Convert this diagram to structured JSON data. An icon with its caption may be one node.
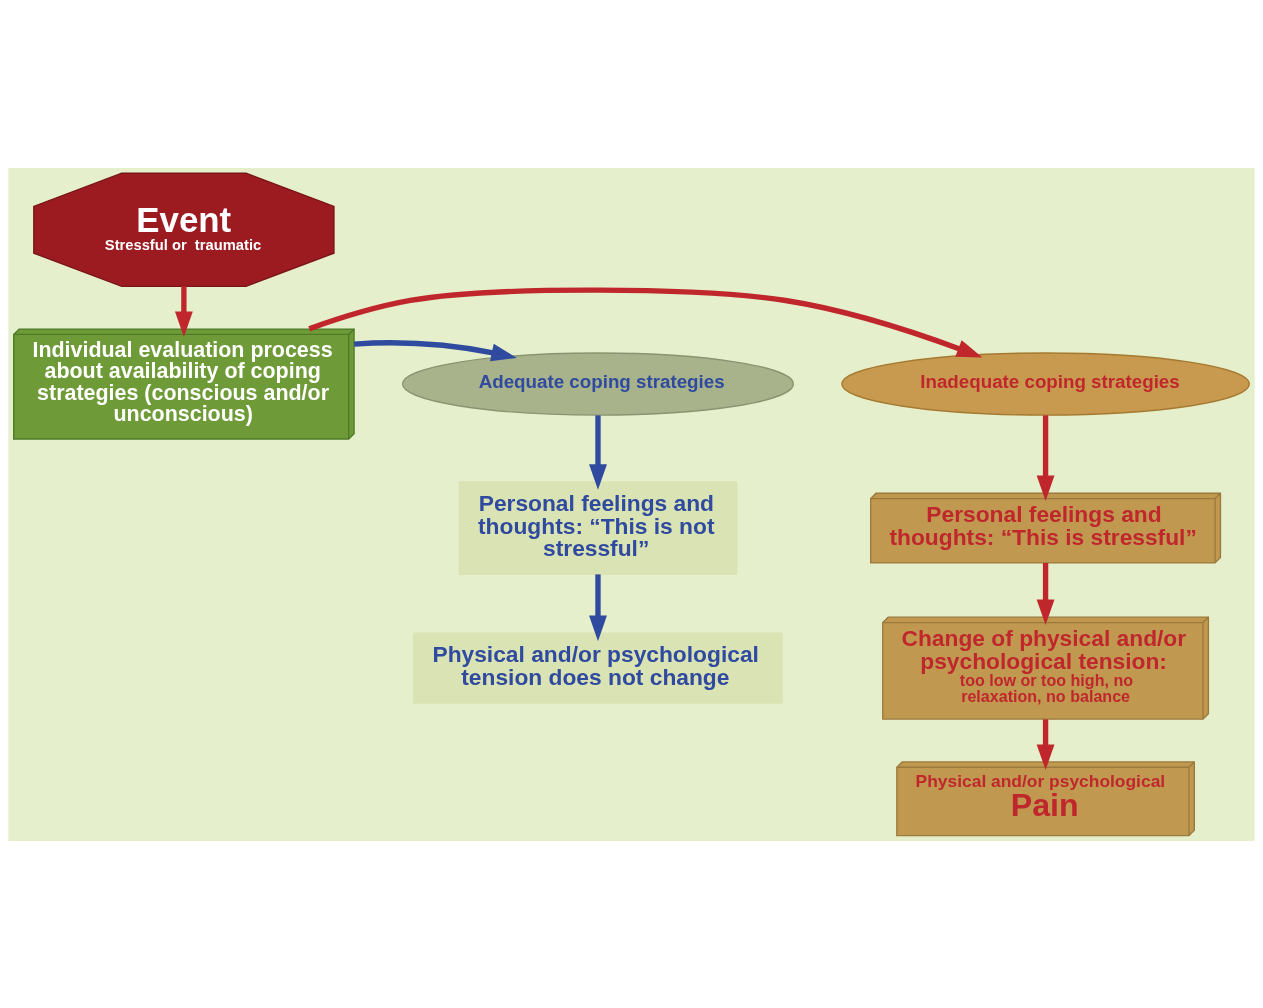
{
  "diagram": {
    "nodes": [
      {
        "text": [
          "Event",
          "Stressful or  traumatic"
        ]
      },
      {
        "text": [
          "Individual evaluation process about availability of coping strategies (conscious and/or unconscious)"
        ]
      },
      {
        "text": [
          "Inadequate coping strategies"
        ]
      },
      {
        "text": [
          "Adequate coping strategies"
        ]
      },
      {
        "text": [
          "Personal feelings and thoughts: “This is stressful”"
        ]
      },
      {
        "text": [
          "Change of physical and/or psychological tension:",
          "too low or too high, no relaxation, no balance"
        ]
      },
      {
        "text": [
          "Physical and/or psychological",
          "Pain"
        ]
      },
      {
        "text": [
          "Personal feelings and thoughts: “This is not stressful”"
        ]
      },
      {
        "text": [
          "Physical and/or psychological tension does not change"
        ]
      }
    ],
    "edges": [
      {
        "from": 0,
        "to": 1,
        "arrow": "to"
      },
      {
        "from": 1,
        "to": 2,
        "arrow": "to"
      },
      {
        "from": 1,
        "to": 3,
        "arrow": "to",
        "color": "#2f4a9e"
      },
      {
        "from": 2,
        "to": 4,
        "arrow": "to"
      },
      {
        "from": 4,
        "to": 5,
        "arrow": "to"
      },
      {
        "from": 5,
        "to": 6,
        "arrow": "to"
      },
      {
        "from": 3,
        "to": 7,
        "arrow": "to",
        "color": "#2f4a9e"
      },
      {
        "from": 7,
        "to": 8,
        "arrow": "to",
        "color": "#2f4a9e"
      }
    ]
  }
}
